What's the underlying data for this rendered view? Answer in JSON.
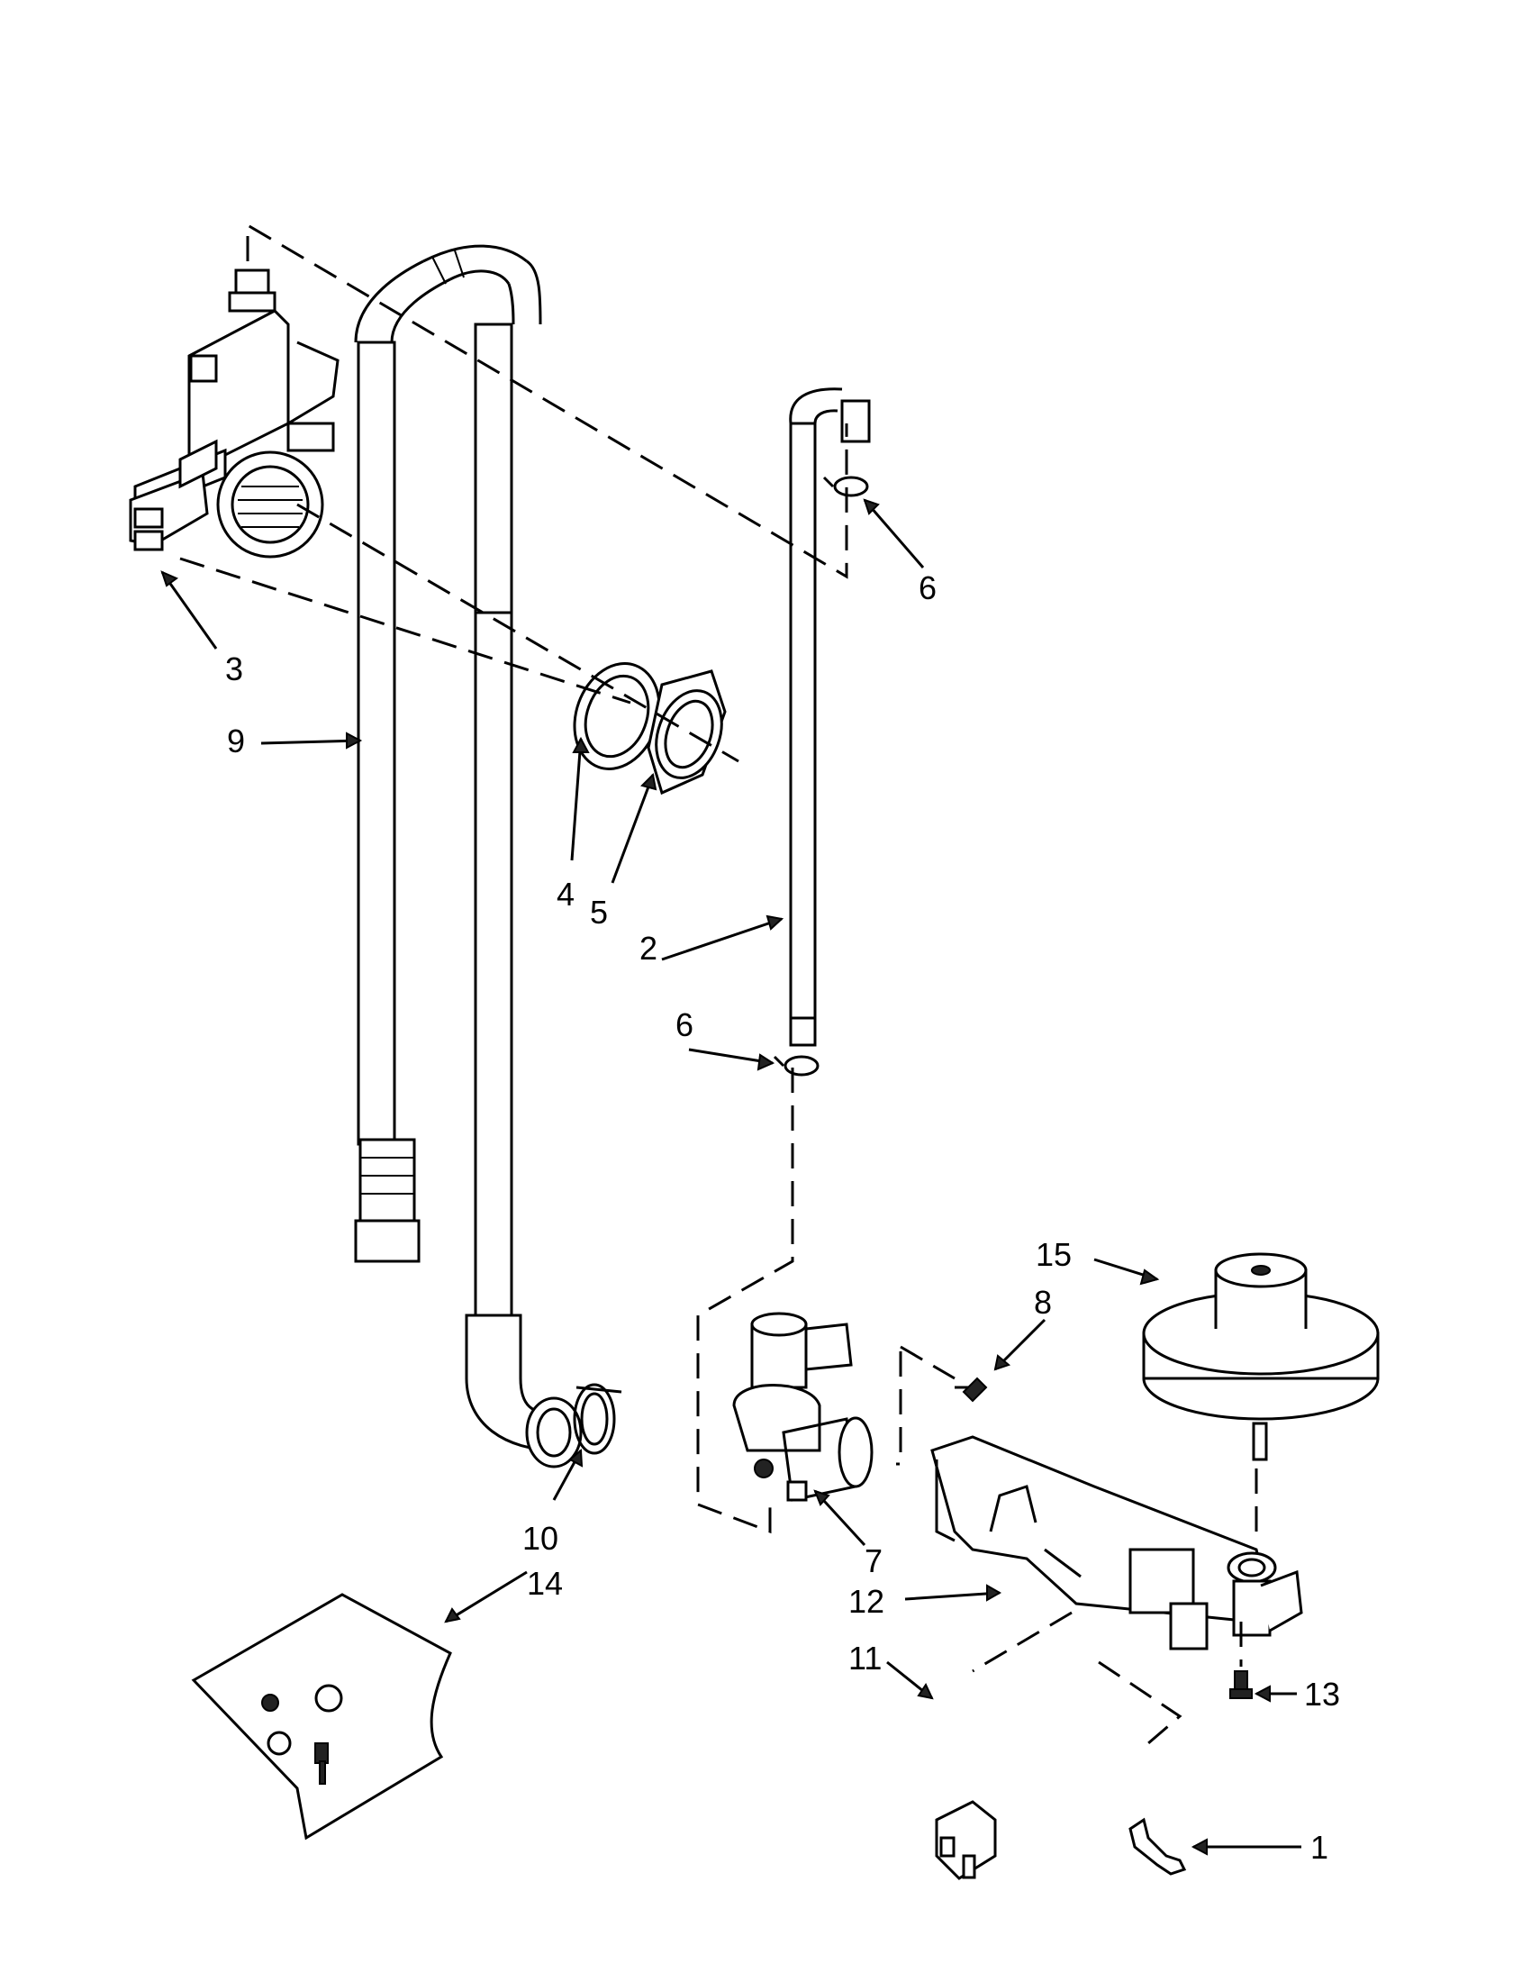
{
  "parts": [
    {
      "id": "3",
      "label": "3",
      "part": "drain connector"
    },
    {
      "id": "9",
      "label": "9",
      "part": "drain hose"
    },
    {
      "id": "4",
      "label": "4",
      "part": "washer"
    },
    {
      "id": "5",
      "label": "5",
      "part": "nut"
    },
    {
      "id": "6a",
      "label": "6",
      "part": "clamp upper"
    },
    {
      "id": "2",
      "label": "2",
      "part": "fill hose"
    },
    {
      "id": "6b",
      "label": "6",
      "part": "clamp lower"
    },
    {
      "id": "15",
      "label": "15",
      "part": "float"
    },
    {
      "id": "8",
      "label": "8",
      "part": "screw"
    },
    {
      "id": "7",
      "label": "7",
      "part": "water valve"
    },
    {
      "id": "10",
      "label": "10",
      "part": "hose clamp"
    },
    {
      "id": "14",
      "label": "14",
      "part": "parts bag"
    },
    {
      "id": "12",
      "label": "12",
      "part": "bracket"
    },
    {
      "id": "11",
      "label": "11",
      "part": "switch"
    },
    {
      "id": "13",
      "label": "13",
      "part": "screw"
    },
    {
      "id": "1",
      "label": "1",
      "part": "lever"
    }
  ]
}
